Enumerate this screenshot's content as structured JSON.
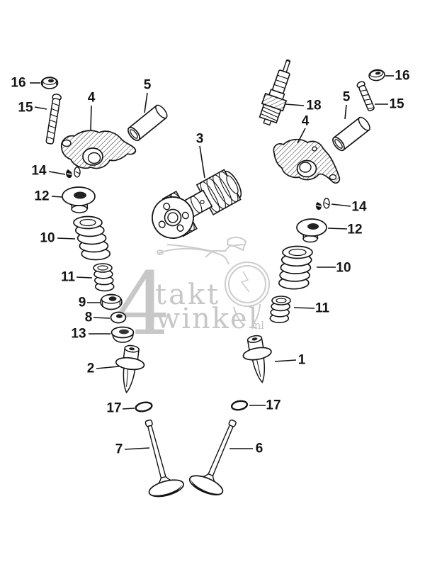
{
  "figure": {
    "type": "exploded-parts-diagram",
    "subject": "cylinder-head-valve-train"
  },
  "colors": {
    "background": "#ffffff",
    "ink": "#141414",
    "watermark": "#c7c7c7"
  },
  "watermark": {
    "big_numeral": "4",
    "line1": "takt",
    "line2": "winkel",
    "domain_suffix": ".nl"
  },
  "callouts": [
    {
      "number": "16",
      "side": "left",
      "part": "adjusting-nut"
    },
    {
      "number": "15",
      "side": "left",
      "part": "adjusting-screw"
    },
    {
      "number": "4",
      "side": "left",
      "part": "rocker-arm"
    },
    {
      "number": "5",
      "side": "left",
      "part": "rocker-arm-shaft"
    },
    {
      "number": "3",
      "side": "center",
      "part": "camshaft"
    },
    {
      "number": "18",
      "side": "right",
      "part": "spark-plug"
    },
    {
      "number": "16",
      "side": "right",
      "part": "adjusting-nut"
    },
    {
      "number": "15",
      "side": "right",
      "part": "adjusting-screw"
    },
    {
      "number": "5",
      "side": "right",
      "part": "rocker-arm-shaft"
    },
    {
      "number": "4",
      "side": "right",
      "part": "rocker-arm"
    },
    {
      "number": "14",
      "side": "left",
      "part": "valve-cotter-set"
    },
    {
      "number": "12",
      "side": "left",
      "part": "valve-spring-retainer"
    },
    {
      "number": "10",
      "side": "left",
      "part": "valve-spring-outer"
    },
    {
      "number": "11",
      "side": "left",
      "part": "valve-spring-inner"
    },
    {
      "number": "9",
      "side": "left",
      "part": "nut"
    },
    {
      "number": "8",
      "side": "left",
      "part": "washer"
    },
    {
      "number": "13",
      "side": "left",
      "part": "valve-spring-seat"
    },
    {
      "number": "2",
      "side": "left",
      "part": "valve-guide"
    },
    {
      "number": "17",
      "side": "left",
      "part": "o-ring"
    },
    {
      "number": "7",
      "side": "left",
      "part": "valve"
    },
    {
      "number": "14",
      "side": "right",
      "part": "valve-cotter-set"
    },
    {
      "number": "12",
      "side": "right",
      "part": "valve-spring-retainer"
    },
    {
      "number": "10",
      "side": "right",
      "part": "valve-spring-outer"
    },
    {
      "number": "11",
      "side": "right",
      "part": "valve-spring-inner"
    },
    {
      "number": "1",
      "side": "right",
      "part": "valve-guide"
    },
    {
      "number": "17",
      "side": "right",
      "part": "o-ring"
    },
    {
      "number": "6",
      "side": "right",
      "part": "valve"
    }
  ]
}
